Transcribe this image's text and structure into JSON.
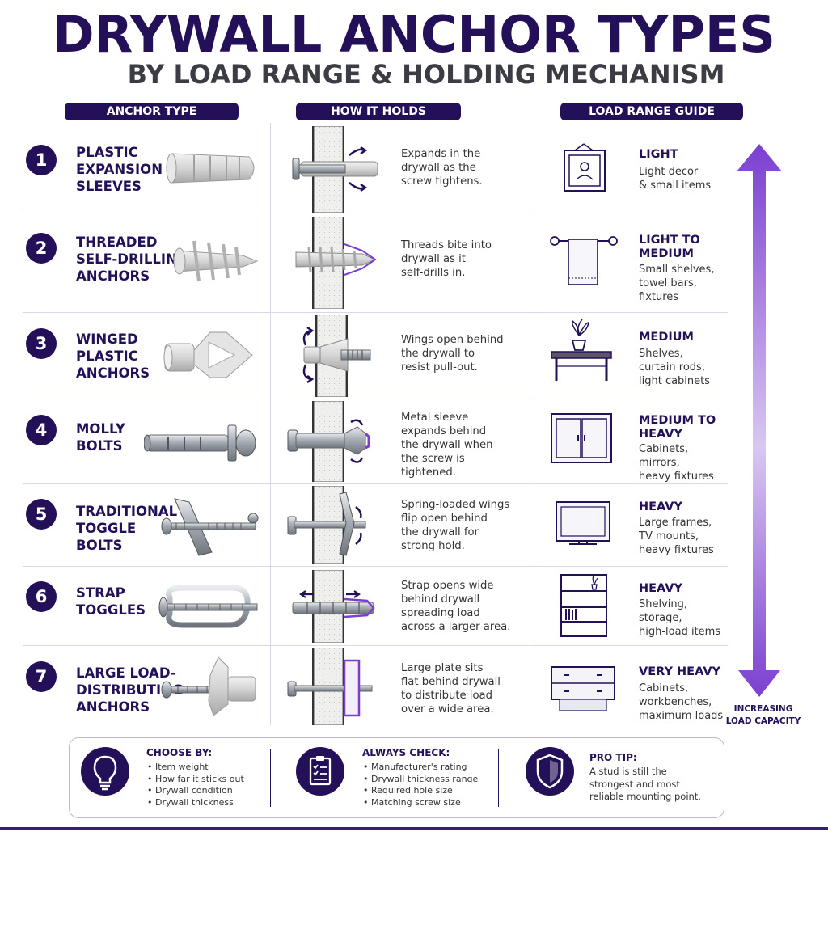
{
  "header": {
    "title": "DRYWALL ANCHOR TYPES",
    "subtitle": "BY LOAD RANGE & HOLDING MECHANISM"
  },
  "columns": [
    "ANCHOR TYPE",
    "HOW IT HOLDS",
    "LOAD RANGE GUIDE"
  ],
  "rows": [
    {
      "num": "1",
      "name": "PLASTIC\nEXPANSION\nSLEEVES",
      "desc": "Expands in the\ndrywall as the\nscrew tightens.",
      "level": "LIGHT",
      "items": "Light decor\n& small items",
      "anchor_icon": "plastic-sleeve-icon",
      "load_icon": "picture-frame-icon"
    },
    {
      "num": "2",
      "name": "THREADED\nSELF-DRILLING\nANCHORS",
      "desc": "Threads bite into\ndrywall as it\nself-drills in.",
      "level": "LIGHT TO\nMEDIUM",
      "items": "Small shelves,\ntowel bars,\nfixtures",
      "anchor_icon": "threaded-anchor-icon",
      "load_icon": "towel-bar-icon"
    },
    {
      "num": "3",
      "name": "WINGED\nPLASTIC\nANCHORS",
      "desc": "Wings open behind\nthe drywall to\nresist pull-out.",
      "level": "MEDIUM",
      "items": "Shelves,\ncurtain rods,\nlight cabinets",
      "anchor_icon": "winged-anchor-icon",
      "load_icon": "shelf-plant-icon"
    },
    {
      "num": "4",
      "name": "MOLLY\nBOLTS",
      "desc": "Metal sleeve\nexpands behind\nthe drywall when\nthe screw is\ntightened.",
      "level": "MEDIUM TO\nHEAVY",
      "items": "Cabinets,\nmirrors,\nheavy fixtures",
      "anchor_icon": "molly-bolt-icon",
      "load_icon": "cabinet-icon"
    },
    {
      "num": "5",
      "name": "TRADITIONAL\nTOGGLE\nBOLTS",
      "desc": "Spring-loaded wings\nflip open behind\nthe drywall for\nstrong hold.",
      "level": "HEAVY",
      "items": "Large frames,\nTV mounts,\nheavy fixtures",
      "anchor_icon": "toggle-bolt-icon",
      "load_icon": "tv-icon"
    },
    {
      "num": "6",
      "name": "STRAP\nTOGGLES",
      "desc": "Strap opens wide\nbehind drywall\nspreading load\nacross a larger area.",
      "level": "HEAVY",
      "items": "Shelving,\nstorage,\nhigh-load items",
      "anchor_icon": "strap-toggle-icon",
      "load_icon": "bookshelf-icon"
    },
    {
      "num": "7",
      "name": "LARGE LOAD-\nDISTRIBUTING\nANCHORS",
      "desc": "Large plate sits\nflat behind drywall\nto distribute load\nover a wide area.",
      "level": "VERY HEAVY",
      "items": "Cabinets,\nworkbenches,\nmaximum loads",
      "anchor_icon": "plate-anchor-icon",
      "load_icon": "workbench-icon"
    }
  ],
  "arrow_label": "INCREASING\nLOAD CAPACITY",
  "tips": {
    "choose": {
      "heading": "CHOOSE BY:",
      "items": [
        "Item weight",
        "How far it sticks out",
        "Drywall condition",
        "Drywall thickness"
      ],
      "icon": "lightbulb-icon"
    },
    "check": {
      "heading": "ALWAYS CHECK:",
      "items": [
        "Manufacturer's rating",
        "Drywall thickness range",
        "Required hole size",
        "Matching screw size"
      ],
      "icon": "clipboard-icon"
    },
    "pro": {
      "heading": "PRO TIP:",
      "text": "A stud is still the\nstrongest and most\nreliable mounting point.",
      "icon": "shield-icon"
    }
  },
  "colors": {
    "navy": "#241058",
    "purple": "#7b3fd0",
    "light_purple": "#d9c7f2"
  }
}
